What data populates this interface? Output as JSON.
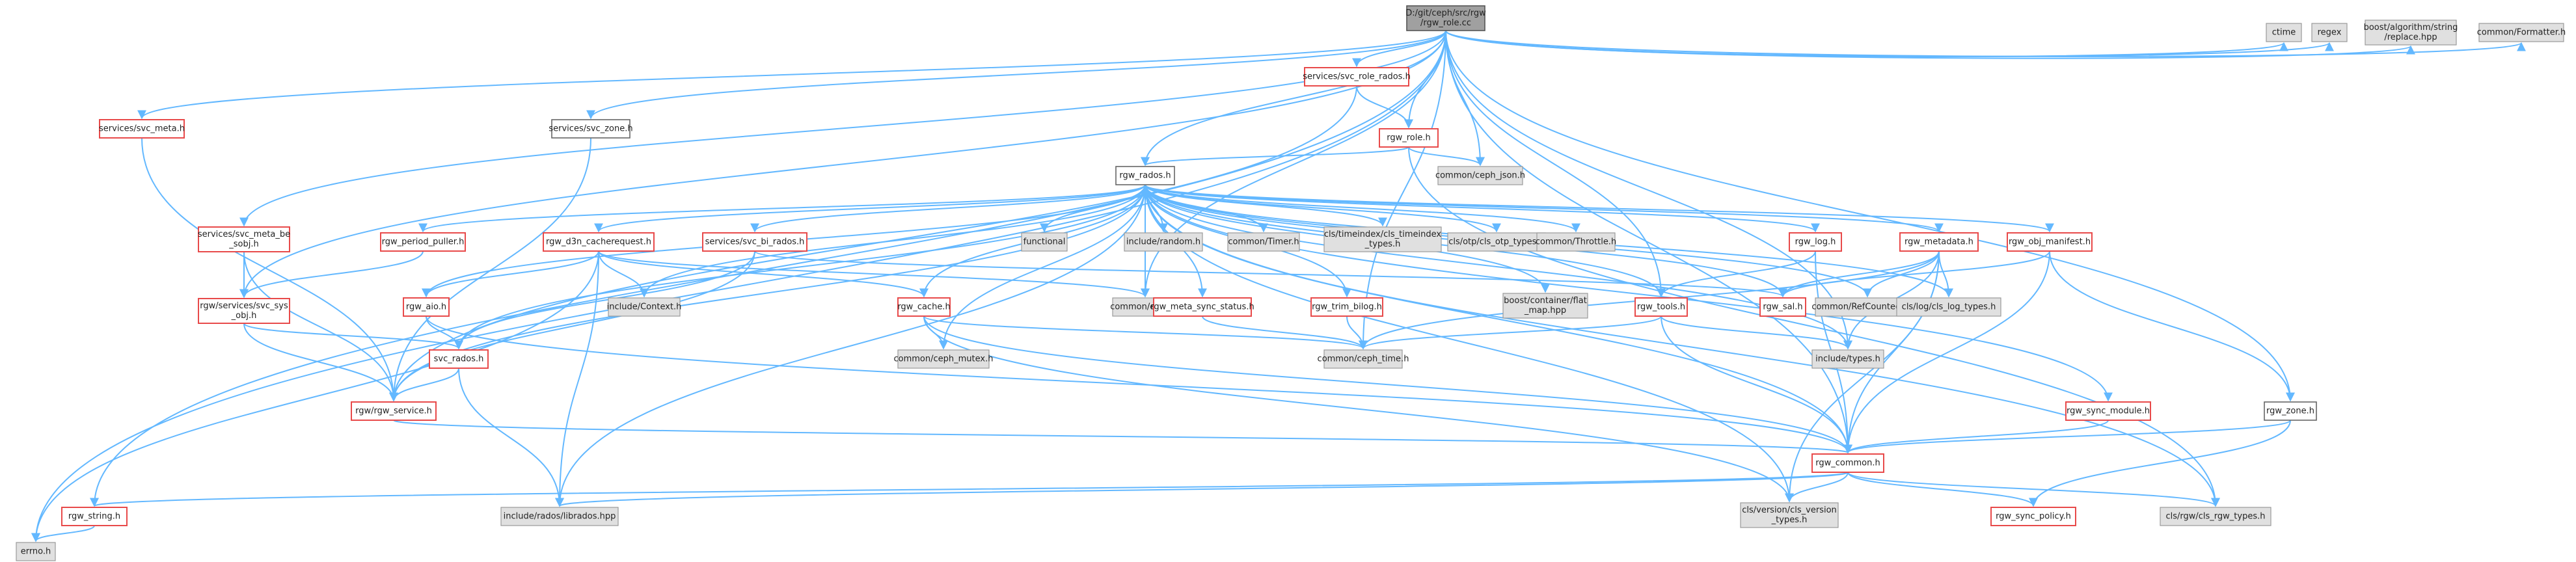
{
  "nodes": [
    {
      "id": "root",
      "label": [
        "D:/git/ceph/src/rgw",
        "/rgw_role.cc"
      ],
      "style": "root"
    },
    {
      "id": "svc_role_rados",
      "label": [
        "services/svc_role_rados.h"
      ],
      "style": "red"
    },
    {
      "id": "rgw_role_h",
      "label": [
        "rgw_role.h"
      ],
      "style": "red"
    },
    {
      "id": "ceph_json",
      "label": [
        "common/ceph_json.h"
      ],
      "style": "gray"
    },
    {
      "id": "svc_meta",
      "label": [
        "services/svc_meta.h"
      ],
      "style": "red"
    },
    {
      "id": "svc_zone",
      "label": [
        "services/svc_zone.h"
      ],
      "style": "black"
    },
    {
      "id": "ctime",
      "label": [
        "ctime"
      ],
      "style": "gray"
    },
    {
      "id": "regex",
      "label": [
        "regex"
      ],
      "style": "gray"
    },
    {
      "id": "boost_replace",
      "label": [
        "boost/algorithm/string",
        "/replace.hpp"
      ],
      "style": "gray"
    },
    {
      "id": "formatter",
      "label": [
        "common/Formatter.h"
      ],
      "style": "gray"
    },
    {
      "id": "rgw_rados",
      "label": [
        "rgw_rados.h"
      ],
      "style": "black"
    },
    {
      "id": "svc_meta_be_sobj",
      "label": [
        "services/svc_meta_be",
        "_sobj.h"
      ],
      "style": "red"
    },
    {
      "id": "rgw_period_puller",
      "label": [
        "rgw_period_puller.h"
      ],
      "style": "red"
    },
    {
      "id": "rgw_d3n",
      "label": [
        "rgw_d3n_cacherequest.h"
      ],
      "style": "red"
    },
    {
      "id": "svc_bi_rados",
      "label": [
        "services/svc_bi_rados.h"
      ],
      "style": "red"
    },
    {
      "id": "functional",
      "label": [
        "functional"
      ],
      "style": "gray"
    },
    {
      "id": "include_random",
      "label": [
        "include/random.h"
      ],
      "style": "gray"
    },
    {
      "id": "common_timer",
      "label": [
        "common/Timer.h"
      ],
      "style": "gray"
    },
    {
      "id": "cls_timeindex",
      "label": [
        "cls/timeindex/cls_timeindex",
        "_types.h"
      ],
      "style": "gray"
    },
    {
      "id": "cls_otp",
      "label": [
        "cls/otp/cls_otp_types.h"
      ],
      "style": "gray"
    },
    {
      "id": "common_throttle",
      "label": [
        "common/Throttle.h"
      ],
      "style": "gray"
    },
    {
      "id": "rgw_log",
      "label": [
        "rgw_log.h"
      ],
      "style": "red"
    },
    {
      "id": "rgw_metadata",
      "label": [
        "rgw_metadata.h"
      ],
      "style": "red"
    },
    {
      "id": "rgw_obj_manifest",
      "label": [
        "rgw_obj_manifest.h"
      ],
      "style": "red"
    },
    {
      "id": "svc_sys_obj",
      "label": [
        "rgw/services/svc_sys",
        "_obj.h"
      ],
      "style": "red"
    },
    {
      "id": "rgw_aio",
      "label": [
        "rgw_aio.h"
      ],
      "style": "red"
    },
    {
      "id": "include_context",
      "label": [
        "include/Context.h"
      ],
      "style": "gray"
    },
    {
      "id": "rgw_cache",
      "label": [
        "rgw_cache.h"
      ],
      "style": "red"
    },
    {
      "id": "common_errno",
      "label": [
        "common/errno.h"
      ],
      "style": "gray"
    },
    {
      "id": "rgw_meta_sync_status",
      "label": [
        "rgw_meta_sync_status.h"
      ],
      "style": "red"
    },
    {
      "id": "rgw_trim_bilog",
      "label": [
        "rgw_trim_bilog.h"
      ],
      "style": "red"
    },
    {
      "id": "boost_flat_map",
      "label": [
        "boost/container/flat",
        "_map.hpp"
      ],
      "style": "gray"
    },
    {
      "id": "rgw_tools",
      "label": [
        "rgw_tools.h"
      ],
      "style": "red"
    },
    {
      "id": "rgw_sal",
      "label": [
        "rgw_sal.h"
      ],
      "style": "red"
    },
    {
      "id": "refcounted",
      "label": [
        "common/RefCountedObj.h"
      ],
      "style": "gray"
    },
    {
      "id": "cls_log",
      "label": [
        "cls/log/cls_log_types.h"
      ],
      "style": "gray"
    },
    {
      "id": "svc_rados",
      "label": [
        "svc_rados.h"
      ],
      "style": "red"
    },
    {
      "id": "ceph_mutex",
      "label": [
        "common/ceph_mutex.h"
      ],
      "style": "gray"
    },
    {
      "id": "ceph_time",
      "label": [
        "common/ceph_time.h"
      ],
      "style": "gray"
    },
    {
      "id": "include_types",
      "label": [
        "include/types.h"
      ],
      "style": "gray"
    },
    {
      "id": "rgw_service",
      "label": [
        "rgw/rgw_service.h"
      ],
      "style": "red"
    },
    {
      "id": "rgw_sync_module",
      "label": [
        "rgw_sync_module.h"
      ],
      "style": "red"
    },
    {
      "id": "rgw_zone",
      "label": [
        "rgw_zone.h"
      ],
      "style": "black"
    },
    {
      "id": "rgw_common",
      "label": [
        "rgw_common.h"
      ],
      "style": "red"
    },
    {
      "id": "rgw_string",
      "label": [
        "rgw_string.h"
      ],
      "style": "red"
    },
    {
      "id": "librados",
      "label": [
        "include/rados/librados.hpp"
      ],
      "style": "gray"
    },
    {
      "id": "cls_version",
      "label": [
        "cls/version/cls_version",
        "_types.h"
      ],
      "style": "gray"
    },
    {
      "id": "rgw_sync_policy",
      "label": [
        "rgw_sync_policy.h"
      ],
      "style": "red"
    },
    {
      "id": "cls_rgw_types",
      "label": [
        "cls/rgw/cls_rgw_types.h"
      ],
      "style": "gray"
    },
    {
      "id": "errno_h",
      "label": [
        "errno.h"
      ],
      "style": "gray"
    }
  ],
  "edges": [
    [
      "root",
      "svc_role_rados"
    ],
    [
      "root",
      "rgw_role_h"
    ],
    [
      "root",
      "ceph_json"
    ],
    [
      "root",
      "svc_meta"
    ],
    [
      "root",
      "svc_zone"
    ],
    [
      "root",
      "ctime"
    ],
    [
      "root",
      "regex"
    ],
    [
      "root",
      "boost_replace"
    ],
    [
      "root",
      "formatter"
    ],
    [
      "root",
      "rgw_rados"
    ],
    [
      "root",
      "svc_meta_be_sobj"
    ],
    [
      "root",
      "svc_sys_obj"
    ],
    [
      "root",
      "rgw_string"
    ],
    [
      "root",
      "errno_h"
    ],
    [
      "root",
      "rgw_zone"
    ],
    [
      "root",
      "rgw_common"
    ],
    [
      "root",
      "include_types"
    ],
    [
      "root",
      "common_errno"
    ],
    [
      "root",
      "rgw_tools"
    ],
    [
      "root",
      "ceph_time"
    ],
    [
      "svc_role_rados",
      "rgw_role_h"
    ],
    [
      "svc_role_rados",
      "rgw_service"
    ],
    [
      "rgw_role_h",
      "ceph_json"
    ],
    [
      "rgw_role_h",
      "rgw_rados"
    ],
    [
      "rgw_role_h",
      "cls_rgw_types"
    ],
    [
      "svc_meta",
      "rgw_service"
    ],
    [
      "svc_zone",
      "rgw_service"
    ],
    [
      "rgw_rados",
      "functional"
    ],
    [
      "rgw_rados",
      "include_random"
    ],
    [
      "rgw_rados",
      "common_timer"
    ],
    [
      "rgw_rados",
      "cls_timeindex"
    ],
    [
      "rgw_rados",
      "cls_otp"
    ],
    [
      "rgw_rados",
      "common_throttle"
    ],
    [
      "rgw_rados",
      "rgw_log"
    ],
    [
      "rgw_rados",
      "rgw_metadata"
    ],
    [
      "rgw_rados",
      "rgw_obj_manifest"
    ],
    [
      "rgw_rados",
      "rgw_period_puller"
    ],
    [
      "rgw_rados",
      "rgw_d3n"
    ],
    [
      "rgw_rados",
      "svc_bi_rados"
    ],
    [
      "rgw_rados",
      "rgw_aio"
    ],
    [
      "rgw_rados",
      "include_context"
    ],
    [
      "rgw_rados",
      "rgw_cache"
    ],
    [
      "rgw_rados",
      "common_errno"
    ],
    [
      "rgw_rados",
      "rgw_meta_sync_status"
    ],
    [
      "rgw_rados",
      "rgw_trim_bilog"
    ],
    [
      "rgw_rados",
      "boost_flat_map"
    ],
    [
      "rgw_rados",
      "rgw_tools"
    ],
    [
      "rgw_rados",
      "rgw_sal"
    ],
    [
      "rgw_rados",
      "refcounted"
    ],
    [
      "rgw_rados",
      "cls_log"
    ],
    [
      "rgw_rados",
      "svc_rados"
    ],
    [
      "rgw_rados",
      "rgw_service"
    ],
    [
      "rgw_rados",
      "rgw_sync_module"
    ],
    [
      "rgw_rados",
      "rgw_common"
    ],
    [
      "rgw_rados",
      "cls_version"
    ],
    [
      "rgw_rados",
      "librados"
    ],
    [
      "rgw_rados",
      "ceph_mutex"
    ],
    [
      "rgw_rados",
      "cls_rgw_types"
    ],
    [
      "rgw_rados",
      "include_types"
    ],
    [
      "svc_meta_be_sobj",
      "svc_sys_obj"
    ],
    [
      "svc_meta_be_sobj",
      "rgw_service"
    ],
    [
      "rgw_period_puller",
      "svc_sys_obj"
    ],
    [
      "svc_sys_obj",
      "svc_rados"
    ],
    [
      "svc_sys_obj",
      "rgw_service"
    ],
    [
      "rgw_d3n",
      "rgw_aio"
    ],
    [
      "rgw_d3n",
      "include_context"
    ],
    [
      "rgw_d3n",
      "rgw_cache"
    ],
    [
      "rgw_d3n",
      "librados"
    ],
    [
      "rgw_d3n",
      "errno_h"
    ],
    [
      "rgw_d3n",
      "common_errno"
    ],
    [
      "svc_bi_rados",
      "svc_rados"
    ],
    [
      "svc_bi_rados",
      "rgw_service"
    ],
    [
      "svc_bi_rados",
      "rgw_sal"
    ],
    [
      "rgw_aio",
      "svc_rados"
    ],
    [
      "rgw_aio",
      "rgw_common"
    ],
    [
      "rgw_cache",
      "ceph_mutex"
    ],
    [
      "rgw_cache",
      "rgw_common"
    ],
    [
      "rgw_cache",
      "cls_version"
    ],
    [
      "rgw_cache",
      "ceph_time"
    ],
    [
      "rgw_meta_sync_status",
      "ceph_time"
    ],
    [
      "rgw_trim_bilog",
      "ceph_time"
    ],
    [
      "rgw_log",
      "rgw_tools"
    ],
    [
      "rgw_log",
      "rgw_common"
    ],
    [
      "rgw_tools",
      "ceph_time"
    ],
    [
      "rgw_tools",
      "include_types"
    ],
    [
      "rgw_tools",
      "rgw_common"
    ],
    [
      "rgw_metadata",
      "rgw_sal"
    ],
    [
      "rgw_metadata",
      "refcounted"
    ],
    [
      "rgw_metadata",
      "cls_log"
    ],
    [
      "rgw_metadata",
      "include_types"
    ],
    [
      "rgw_metadata",
      "rgw_common"
    ],
    [
      "rgw_metadata",
      "cls_version"
    ],
    [
      "rgw_metadata",
      "ceph_time"
    ],
    [
      "rgw_obj_manifest",
      "rgw_common"
    ],
    [
      "rgw_obj_manifest",
      "rgw_zone"
    ],
    [
      "rgw_obj_manifest",
      "rgw_sal"
    ],
    [
      "svc_rados",
      "librados"
    ],
    [
      "svc_rados",
      "rgw_service"
    ],
    [
      "rgw_service",
      "rgw_common"
    ],
    [
      "rgw_sync_module",
      "rgw_common"
    ],
    [
      "rgw_zone",
      "rgw_common"
    ],
    [
      "rgw_zone",
      "rgw_sync_policy"
    ],
    [
      "rgw_common",
      "rgw_string"
    ],
    [
      "rgw_common",
      "librados"
    ],
    [
      "rgw_common",
      "cls_version"
    ],
    [
      "rgw_common",
      "rgw_sync_policy"
    ],
    [
      "rgw_common",
      "cls_rgw_types"
    ],
    [
      "rgw_string",
      "errno_h"
    ]
  ]
}
